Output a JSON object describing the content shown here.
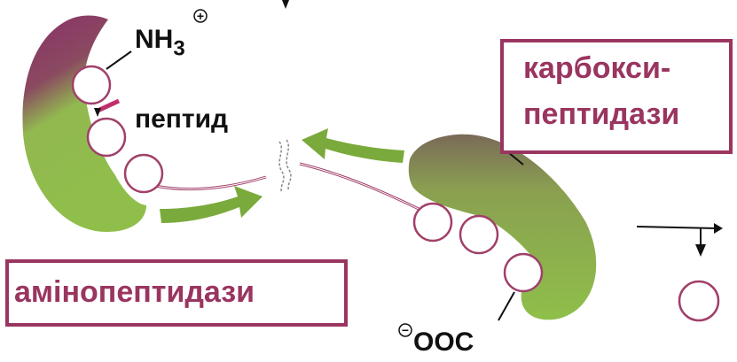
{
  "labels": {
    "n_terminus": "NH",
    "n_terminus_sub": "3",
    "n_terminus_charge": "+",
    "peptide": "пептид",
    "c_terminus_charge": "−",
    "c_terminus": "OOC"
  },
  "boxes": {
    "carboxypeptidase_line1": "карбокси-",
    "carboxypeptidase_line2": "пептидази",
    "aminopeptidase": "амінопептидази"
  },
  "colors": {
    "enzyme_green": "#8fbf4a",
    "enzyme_purple": "#8a2f6a",
    "box_border": "#9a3560",
    "residue_stroke": "#a0406a",
    "arrow_green": "#7aaa3c"
  }
}
